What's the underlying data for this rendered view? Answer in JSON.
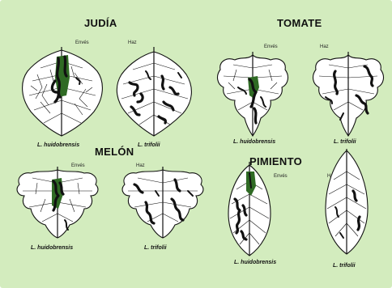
{
  "sections": {
    "judia": {
      "title": "JUDÍA",
      "left": {
        "top_label": "Envés",
        "species": "L. huidobrensis"
      },
      "right": {
        "top_label": "Haz",
        "species": "L. trifolii"
      }
    },
    "tomate": {
      "title": "TOMATE",
      "left": {
        "top_label": "Envés",
        "species": "L. huidobrensis"
      },
      "right": {
        "top_label": "Haz",
        "species": "L. trifolii"
      }
    },
    "melon": {
      "title": "MELÓN",
      "left": {
        "top_label": "Envés",
        "species": "L. huidobrensis"
      },
      "right": {
        "top_label": "Haz",
        "species": "L. trifolii"
      }
    },
    "pimiento": {
      "title": "PIMIENTO",
      "left": {
        "top_label": "Envés",
        "species": "L. huidobrensis"
      },
      "right": {
        "top_label": "Haz",
        "species": "L. trifolii"
      }
    }
  },
  "colors": {
    "background": "#d3ecbe",
    "mine_shade": "#2f6a24",
    "line": "#111111"
  }
}
